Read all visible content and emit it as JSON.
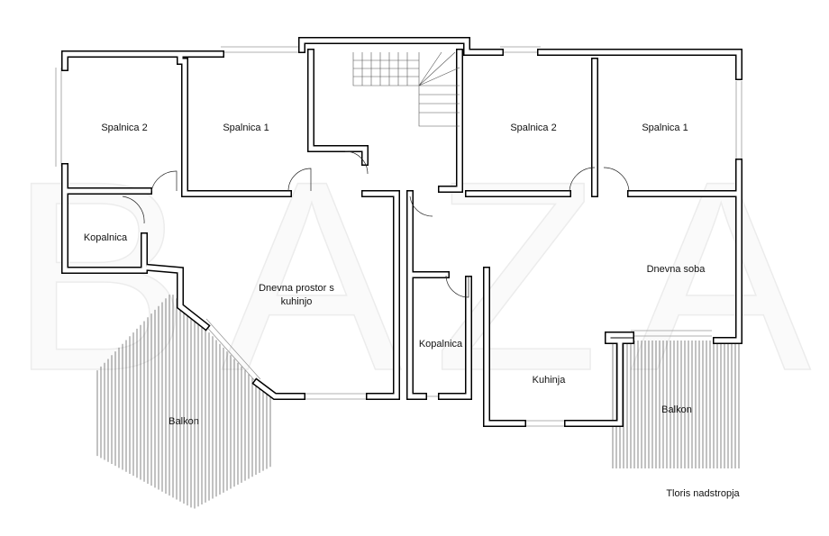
{
  "watermark": "BAZA",
  "rooms": {
    "bedroom2_left": "Spalnica 2",
    "bedroom1_left": "Spalnica 1",
    "bedroom2_right": "Spalnica 2",
    "bedroom1_right": "Spalnica 1",
    "bathroom_left": "Kopalnica",
    "living_kitchen": "Dnevna prostor s",
    "living_kitchen_2": "kuhinjo",
    "bathroom_right": "Kopalnica",
    "living_room": "Dnevna soba",
    "kitchen": "Kuhinja",
    "balcony_left": "Balkon",
    "balcony_right": "Balkon"
  },
  "caption": "Tloris nadstropja"
}
